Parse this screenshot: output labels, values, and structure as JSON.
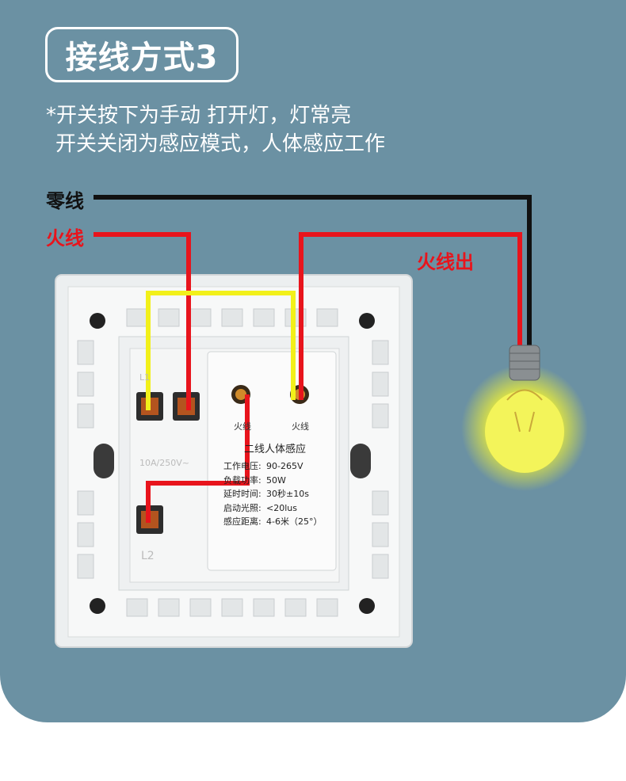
{
  "title": "接线方式3",
  "description": {
    "line1": "*开关按下为手动 打开灯，灯常亮",
    "line2": "开关关闭为感应模式，人体感应工作"
  },
  "wires": {
    "neutral": "零线",
    "live": "火线",
    "live_out": "火线出"
  },
  "module": {
    "title": "二线人体感应",
    "terminal_left": "火线",
    "terminal_right": "火线",
    "specs": [
      {
        "key": "工作电压:",
        "value": "90-265V"
      },
      {
        "key": "负载功率:",
        "value": "50W"
      },
      {
        "key": "延时时间:",
        "value": "30秒±10s"
      },
      {
        "key": "启动光照:",
        "value": "<20lus"
      },
      {
        "key": "感应距离:",
        "value": "4-6米（25°）"
      }
    ]
  },
  "switch_markings": {
    "l1": "L1",
    "rating": "10A/250V~",
    "l2": "L2"
  },
  "colors": {
    "background_panel": "#6b91a3",
    "neutral_wire": "#111111",
    "live_wire": "#e8141c",
    "jumper_wire": "#f2f01a",
    "bulb_glow": "#f3f45a"
  },
  "icons": [
    "light-bulb-icon",
    "wall-switch-back"
  ]
}
